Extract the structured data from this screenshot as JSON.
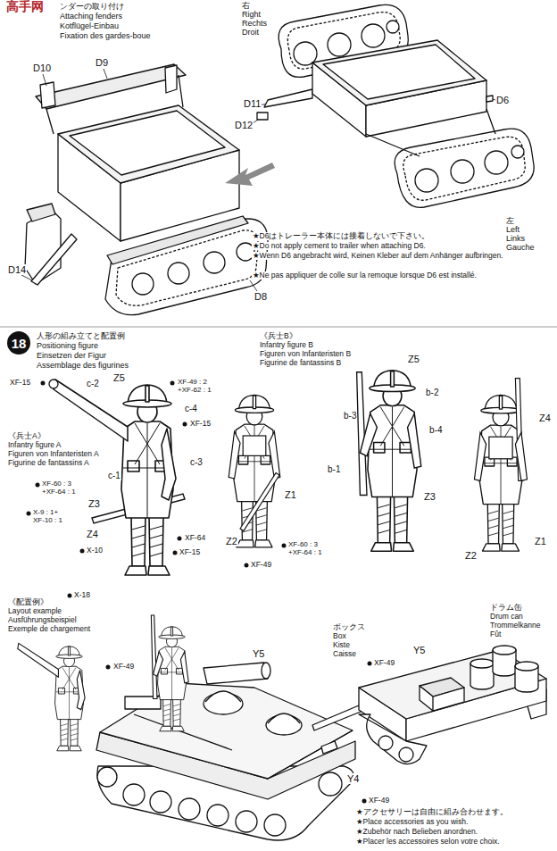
{
  "diagram": {
    "nodes": [
      {
        "text": [
          "18"
        ]
      }
    ],
    "labels": [
      "高手网",
      "ンダーの取り付け",
      "Attaching fenders",
      "Kotflügel-Einbau",
      "Fixation des gardes-boue",
      "右",
      "Right",
      "Rechts",
      "Droit",
      "D10",
      "D9",
      "D14",
      "D8",
      "D11",
      "D12",
      "D6",
      "左",
      "Left",
      "Links",
      "Gauche",
      "★D6はトレーラー本体には接着しないで下さい。",
      "★Do not apply cement to trailer when attaching D6.",
      "★Wenn D6 angebracht wird, Keinen Kleber auf dem Anhänger aufbringen.",
      "★Ne pas appliquer de colle sur la remoque lorsque D6 est installé.",
      "人形の組み立てと配置例",
      "Positioning figure",
      "Einsetzen der Figur",
      "Assemblage des figurines",
      "《兵士A》",
      "Infantry figure A",
      "Figuren von Infanteristen A",
      "Figurine de fantassins A",
      "XF-15",
      "c-2",
      "Z5",
      "XF-49 : 2",
      "+XF-62 : 1",
      "c-4",
      "XF-15",
      "c-1",
      "c-3",
      "XF-60 : 3",
      "+XF-64 : 1",
      "Z3",
      "X-9 : 1+",
      "XF-10 : 1",
      "Z4",
      "X-10",
      "XF-64",
      "XF-15",
      "X-18",
      "Z1",
      "Z2",
      "XF-49",
      "XF-60 : 3",
      "+XF-64 : 1",
      "《兵士B》",
      "Infantry figure B",
      "Figuren von Infanteristen B",
      "Figurine de fantassins B",
      "Z5",
      "b-2",
      "b-3",
      "b-4",
      "b-1",
      "Z3",
      "Z4",
      "Z1",
      "Z2",
      "《配置例》",
      "Layout example",
      "Ausführungsbeispiel",
      "Exemple de chargement",
      "XF-49",
      "Y5",
      "ボックス",
      "Box",
      "Kiste",
      "Caisse",
      "ドラム缶",
      "Drum can",
      "Trommelkanne",
      "Fût",
      "Y5",
      "XF-49",
      "Y4",
      "XF-49",
      "★アクセサリーは自由に組み合わせます。",
      "★Place accessories as you wish.",
      "★Zubehör nach Belieben anordnen.",
      "★Placer les accessoires selon votre choix."
    ]
  }
}
